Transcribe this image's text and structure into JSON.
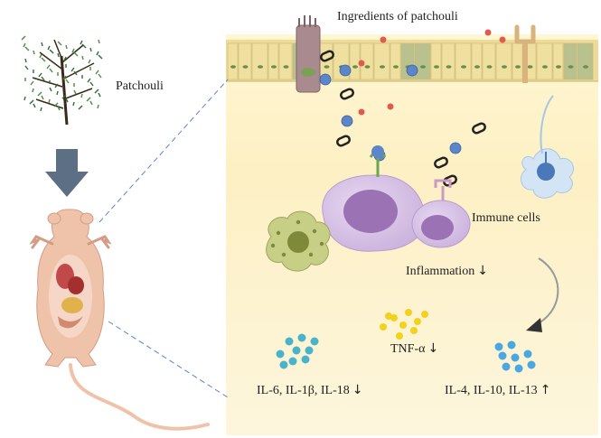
{
  "labels": {
    "ingredients": "Ingredients of patchouli",
    "patchouli": "Patchouli",
    "immune_cells": "Immune cells",
    "inflammation": "Inflammation",
    "tnf": "TNF-α",
    "il_pro": "IL-6, IL-1β, IL-18",
    "il_anti": "IL-4, IL-10, IL-13"
  },
  "arrows": {
    "down": "↓",
    "up": "↑"
  },
  "colors": {
    "panel_top": "#fffbe6",
    "panel_bottom": "#fdf0c4",
    "epithelium": "#f2e4a0",
    "macrophage": "#d6c1e6",
    "nucleus": "#9b73b5",
    "dendritic": "#c8def2",
    "tnf_dots": "#f2d21f",
    "cytokine_pro": "#4bb3c9",
    "cytokine_anti": "#4aa7e2",
    "big_arrow": "#5c6f85",
    "molecule_blue": "#5c86c9",
    "molecule_red": "#e05a4f"
  },
  "icons": [
    "patchouli-plant-icon",
    "down-arrow-icon",
    "mouse-icon",
    "macrophage-icon",
    "dendritic-cell-icon",
    "amoeba-cell-icon"
  ]
}
